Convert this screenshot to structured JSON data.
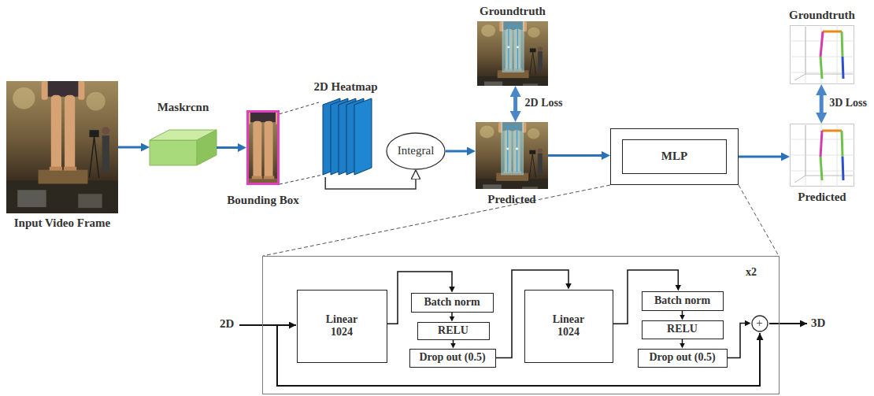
{
  "diagram": {
    "nodes": [
      {
        "text": [
          "Input Video Frame"
        ]
      },
      {
        "text": [
          "Maskrcnn"
        ]
      },
      {
        "text": [
          "Bounding Box"
        ]
      },
      {
        "text": [
          "2D Heatmap"
        ]
      },
      {
        "text": [
          "Integral"
        ]
      },
      {
        "text": [
          "Groundtruth"
        ]
      },
      {
        "text": [
          "Predicted"
        ]
      },
      {
        "text": [
          "MLP"
        ]
      },
      {
        "text": [
          "Groundtruth"
        ]
      },
      {
        "text": [
          "Predicted"
        ]
      },
      {
        "text": [
          "x2"
        ]
      },
      {
        "text": [
          "Linear 1024"
        ],
        "in": 10
      },
      {
        "text": [
          "Batch norm"
        ],
        "in": 10
      },
      {
        "text": [
          "RELU"
        ],
        "in": 10
      },
      {
        "text": [
          "Drop out (0.5)"
        ],
        "in": 10
      },
      {
        "text": [
          "Linear 1024"
        ],
        "in": 10
      },
      {
        "text": [
          "Batch norm"
        ],
        "in": 10
      },
      {
        "text": [
          "RELU"
        ],
        "in": 10
      },
      {
        "text": [
          "Drop out (0.5)"
        ],
        "in": 10
      },
      {
        "text": [
          "+"
        ],
        "in": 10
      }
    ],
    "edges": [
      {
        "from": 0,
        "to": 1,
        "arrow": "to"
      },
      {
        "from": 1,
        "to": 2,
        "arrow": "to"
      },
      {
        "from": 2,
        "to": 3,
        "arrow": "none"
      },
      {
        "from": 3,
        "to": 4,
        "arrow": "to"
      },
      {
        "from": 4,
        "to": 6,
        "arrow": "to"
      },
      {
        "from": 5,
        "to": 6,
        "arrow": "both",
        "label": "2D Loss"
      },
      {
        "from": 6,
        "to": 7,
        "arrow": "to"
      },
      {
        "from": 7,
        "to": 9,
        "arrow": "to"
      },
      {
        "from": 8,
        "to": 9,
        "arrow": "both",
        "label": "3D Loss"
      },
      {
        "from": 11,
        "to": 12,
        "arrow": "to"
      },
      {
        "from": 12,
        "to": 13,
        "arrow": "to"
      },
      {
        "from": 13,
        "to": 14,
        "arrow": "to"
      },
      {
        "from": 14,
        "to": 15,
        "arrow": "to"
      },
      {
        "from": 15,
        "to": 16,
        "arrow": "to"
      },
      {
        "from": 16,
        "to": 17,
        "arrow": "to"
      },
      {
        "from": 17,
        "to": 18,
        "arrow": "to"
      },
      {
        "from": 18,
        "to": 19,
        "arrow": "to"
      }
    ],
    "labels": [
      "2D",
      "3D"
    ]
  }
}
